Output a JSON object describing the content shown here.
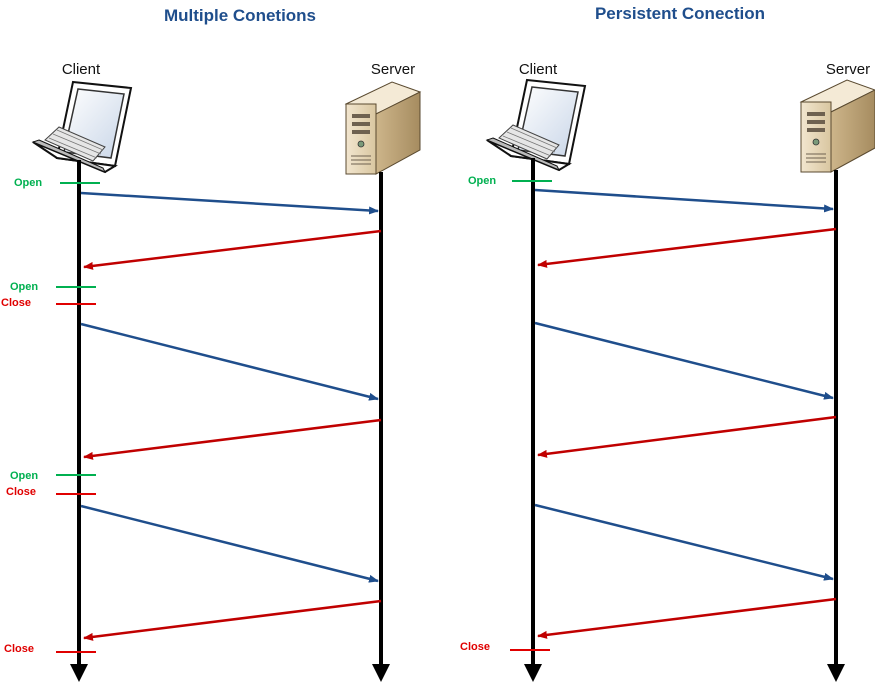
{
  "panels": [
    {
      "title": "Multiple Conetions",
      "client_label": "Client",
      "server_label": "Server",
      "markers": [
        {
          "label": "Open",
          "type": "open"
        },
        {
          "label": "Open",
          "type": "open"
        },
        {
          "label": "Close",
          "type": "close"
        },
        {
          "label": "Open",
          "type": "open"
        },
        {
          "label": "Close",
          "type": "close"
        },
        {
          "label": "Close",
          "type": "close"
        }
      ]
    },
    {
      "title": "Persistent Conection",
      "client_label": "Client",
      "server_label": "Server",
      "markers": [
        {
          "label": "Open",
          "type": "open"
        },
        {
          "label": "Close",
          "type": "close"
        }
      ]
    }
  ],
  "colors": {
    "title": "#1f4e8c",
    "request_arrow": "#1f4e8c",
    "response_arrow": "#c00000",
    "open": "#00b050",
    "close": "#e00000",
    "lifeline": "#000000"
  },
  "icons": {
    "client": "laptop-icon",
    "server": "server-tower-icon"
  }
}
